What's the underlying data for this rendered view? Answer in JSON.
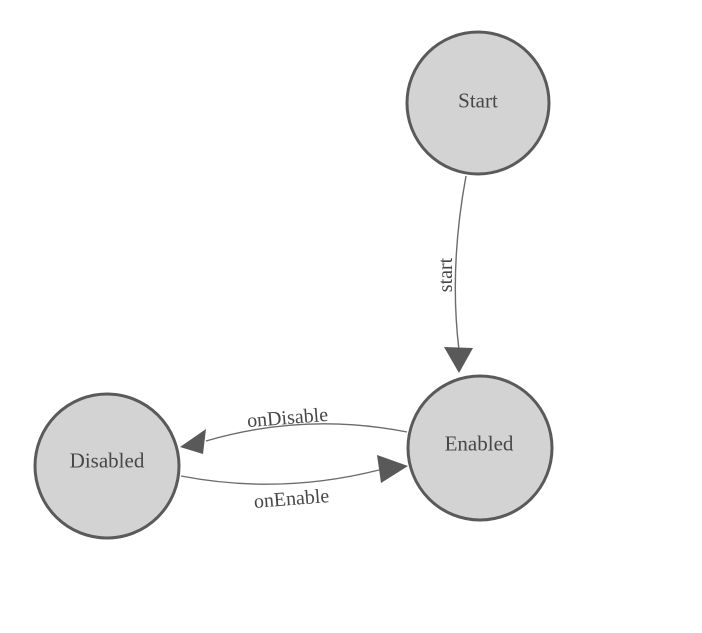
{
  "diagram": {
    "background": "#ffffff",
    "nodes": [
      {
        "id": "Start",
        "label": "Start"
      },
      {
        "id": "Enabled",
        "label": "Enabled"
      },
      {
        "id": "Disabled",
        "label": "Disabled"
      }
    ],
    "edges": [
      {
        "from": "Start",
        "to": "Enabled",
        "label": "start"
      },
      {
        "from": "Enabled",
        "to": "Disabled",
        "label": "onDisable"
      },
      {
        "from": "Disabled",
        "to": "Enabled",
        "label": "onEnable"
      }
    ],
    "icons": {
      "arrowhead": "filled-triangle"
    },
    "colors": {
      "node_fill": "#d3d3d3",
      "node_stroke": "#5a5a5a",
      "edge_stroke": "#6b6b6b",
      "arrow_fill": "#595959",
      "label_text": "#474747"
    }
  }
}
